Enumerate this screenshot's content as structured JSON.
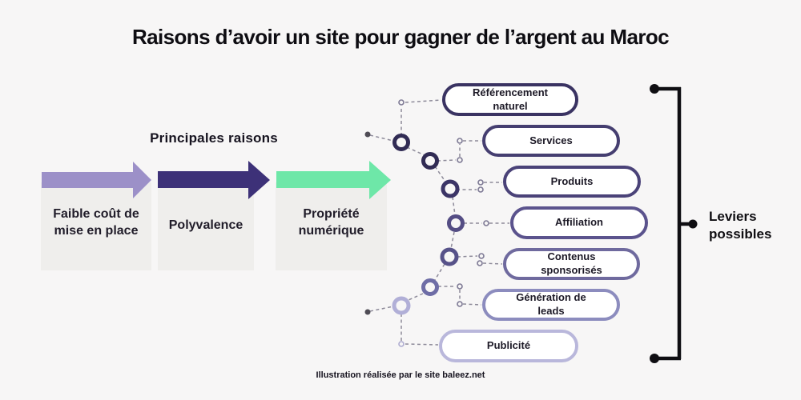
{
  "title": "Raisons d’avoir un site pour gagner de l’argent au Maroc",
  "footer": "Illustration réalisée par le site baleez.net",
  "reasons": {
    "heading": "Principales raisons",
    "items": [
      {
        "label": "Faible coût de mise en place",
        "arrow_color": "#9c90c8"
      },
      {
        "label": "Polyvalence",
        "arrow_color": "#3d3178"
      },
      {
        "label": "Propriété numérique",
        "arrow_color": "#6ee7a8"
      }
    ]
  },
  "leviers": {
    "heading": "Leviers possibles",
    "items": [
      {
        "label": "Référencement naturel",
        "border_color": "#3a3362"
      },
      {
        "label": "Services",
        "border_color": "#453e70"
      },
      {
        "label": "Produits",
        "border_color": "#4a4278"
      },
      {
        "label": "Affiliation",
        "border_color": "#5b538d"
      },
      {
        "label": "Contenus sponsorisés",
        "border_color": "#6f6a9e"
      },
      {
        "label": "Génération de leads",
        "border_color": "#8c8cbe"
      },
      {
        "label": "Publicité",
        "border_color": "#b9b7db"
      }
    ]
  },
  "colors": {
    "background": "#f7f6f6",
    "box_gray": "#efeeec",
    "text_dark": "#1c1926",
    "bracket_black": "#0f0e12",
    "dash_gray": "#8d8a99",
    "chain_node_colors": [
      "#312b54",
      "#312b54",
      "#3b3466",
      "#544d84",
      "#575289",
      "#6e6da6",
      "#b1afd7"
    ]
  }
}
